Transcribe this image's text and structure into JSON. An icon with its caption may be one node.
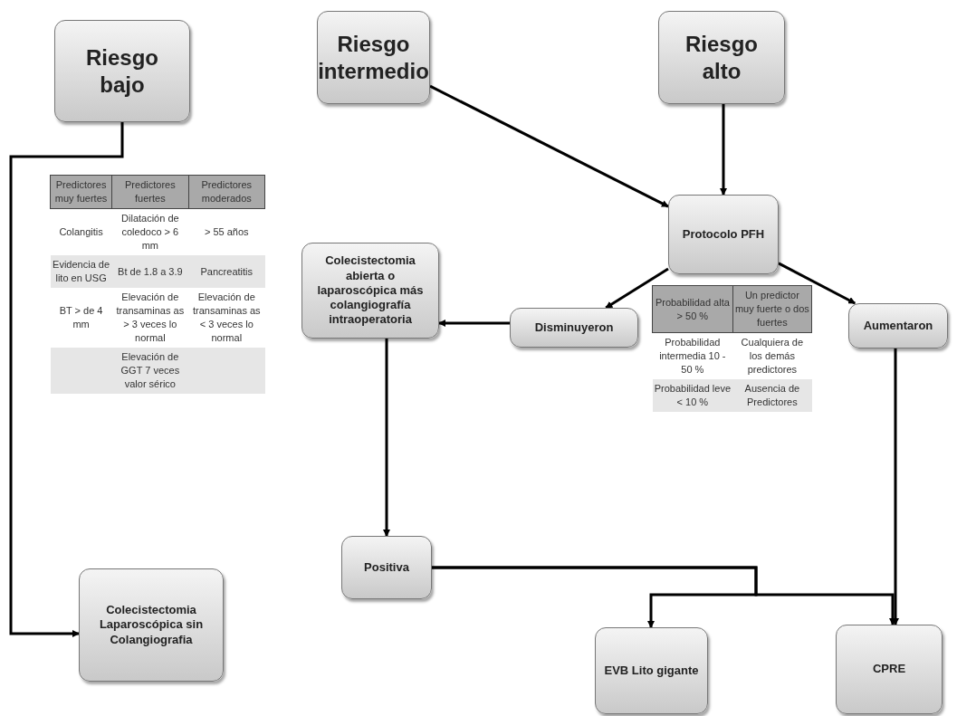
{
  "diagram": {
    "nodes": [
      {
        "text": [
          "Riesgo bajo"
        ]
      },
      {
        "text": [
          "Riesgo intermedio"
        ]
      },
      {
        "text": [
          "Riesgo alto"
        ]
      },
      {
        "text": [
          "Protocolo PFH"
        ]
      },
      {
        "text": [
          "Colecistectomia abierta o laparoscópica más colangiografía intraoperatoria"
        ]
      },
      {
        "text": [
          "Disminuyeron"
        ]
      },
      {
        "text": [
          "Aumentaron"
        ]
      },
      {
        "text": [
          "Positiva"
        ]
      },
      {
        "text": [
          "Colecistectomia Laparoscópica sin Colangiografia"
        ]
      },
      {
        "text": [
          "EVB Lito gigante"
        ]
      },
      {
        "text": [
          "CPRE"
        ]
      }
    ],
    "edges": [
      {
        "from": 0,
        "to": 8,
        "arrow": "to"
      },
      {
        "from": 1,
        "to": 3,
        "arrow": "to"
      },
      {
        "from": 2,
        "to": 3,
        "arrow": "to"
      },
      {
        "from": 3,
        "to": 5,
        "arrow": "to"
      },
      {
        "from": 3,
        "to": 6,
        "arrow": "to"
      },
      {
        "from": 5,
        "to": 4,
        "arrow": "to"
      },
      {
        "from": 4,
        "to": 7,
        "arrow": "to"
      },
      {
        "from": 7,
        "to": 9,
        "arrow": "to"
      },
      {
        "from": 7,
        "to": 10,
        "arrow": "to"
      },
      {
        "from": 6,
        "to": 10,
        "arrow": "to"
      }
    ],
    "labels": [
      "Predictores muy fuertes",
      "Predictores fuertes",
      "Predictores moderados",
      "Colangitis",
      "Dilatación de coledoco > 6 mm",
      "> 55 años",
      "Evidencia de lito en USG",
      "Bt de 1.8 a 3.9",
      "Pancreatitis",
      "BT > de 4 mm",
      "Elevación de transaminas as > 3 veces lo normal",
      "Elevación de transaminas as < 3 veces lo normal",
      "Elevación de GGT 7 veces valor sérico",
      "Probabilidad alta > 50 %",
      "Un predictor muy fuerte o dos fuertes",
      "Probabilidad intermedia 10 - 50 %",
      "Cualquiera de los demás predictores",
      "Probabilidad leve < 10 %",
      "Ausencia de Predictores"
    ]
  }
}
